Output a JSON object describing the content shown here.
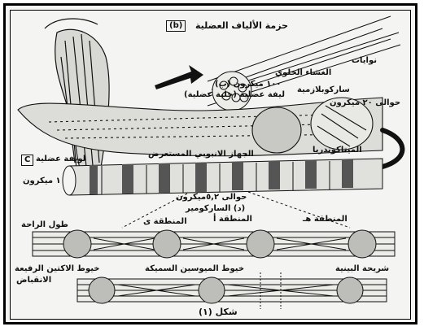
{
  "figure": {
    "caption": "شكل (١)",
    "panel_b_letter": "(b)",
    "panel_c_letter": "C",
    "labels": {
      "muscle_fiber_bundle": "حزمة الألياف العضلية",
      "nuclei": "نوايات",
      "diameter_100": "١٠٠ ميكرون (ب)",
      "cell_membrane": "الغشاء الخلوي",
      "muscle_cell": "ليفة عضلية (خلية عضلية)",
      "sarcoplasm": "ساركوبلازمية",
      "about_20_micron": "حوالى ٢٠ ميكرون",
      "transverse_tubule": "الجهاز الانبوبي المستعرض",
      "mitochondria": "الميتاكوندريا",
      "myofibril": "لويفة عضلية",
      "one_micron": "١ ميكرون",
      "sarcomere_length": "حوالى ٥,٢ميكرون",
      "sarcomere": "(د) الساركومير",
      "rest_length": "طول الراحة",
      "zone_i": "المنطقة ى",
      "zone_a": "المنطقة أ",
      "zone_h": "المنطقة هـ",
      "thin_actin": "خيوط الاكتين الرفيعة",
      "thick_myosin": "خيوط الميوسين السميكة",
      "z_line": "شريحة البينية",
      "contraction": "الانقباض"
    }
  },
  "colors": {
    "ink": "#111111",
    "paper": "#f4f4f2",
    "shade": "#8a8a8a"
  }
}
